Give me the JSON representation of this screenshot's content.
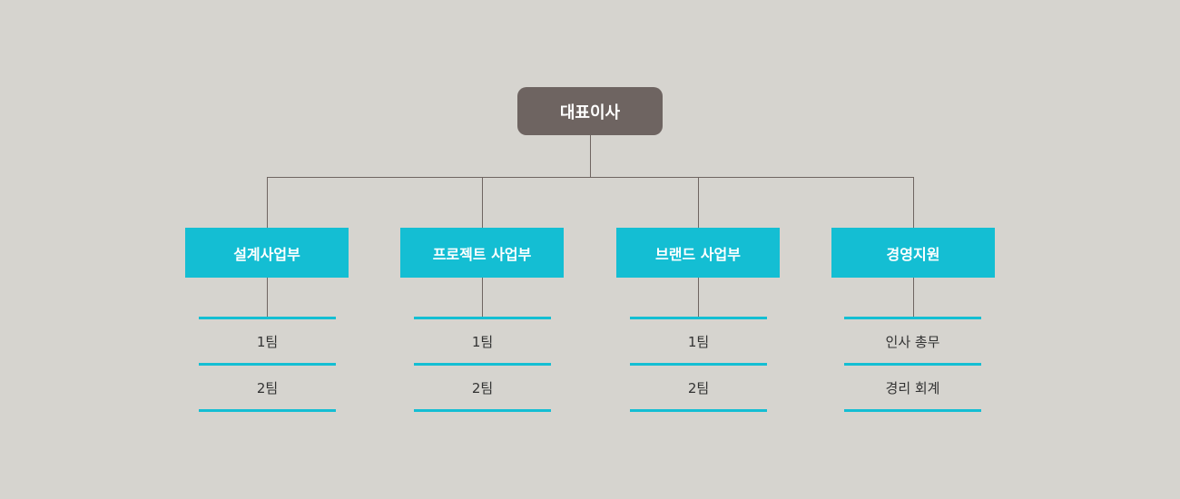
{
  "ceo": {
    "label": "대표이사"
  },
  "departments": [
    {
      "label": "설계사업부",
      "teams": [
        "1팀",
        "2팀"
      ]
    },
    {
      "label": "프로젝트 사업부",
      "teams": [
        "1팀",
        "2팀"
      ]
    },
    {
      "label": "브랜드 사업부",
      "teams": [
        "1팀",
        "2팀"
      ]
    },
    {
      "label": "경영지원",
      "teams": [
        "인사 총무",
        "경리 회계"
      ]
    }
  ],
  "colors": {
    "background": "#d6d4cf",
    "ceo_box": "#6e6461",
    "department_box": "#14bed3",
    "team_rule": "#14bed3",
    "connector": "#6f6561",
    "team_text": "#333333"
  }
}
